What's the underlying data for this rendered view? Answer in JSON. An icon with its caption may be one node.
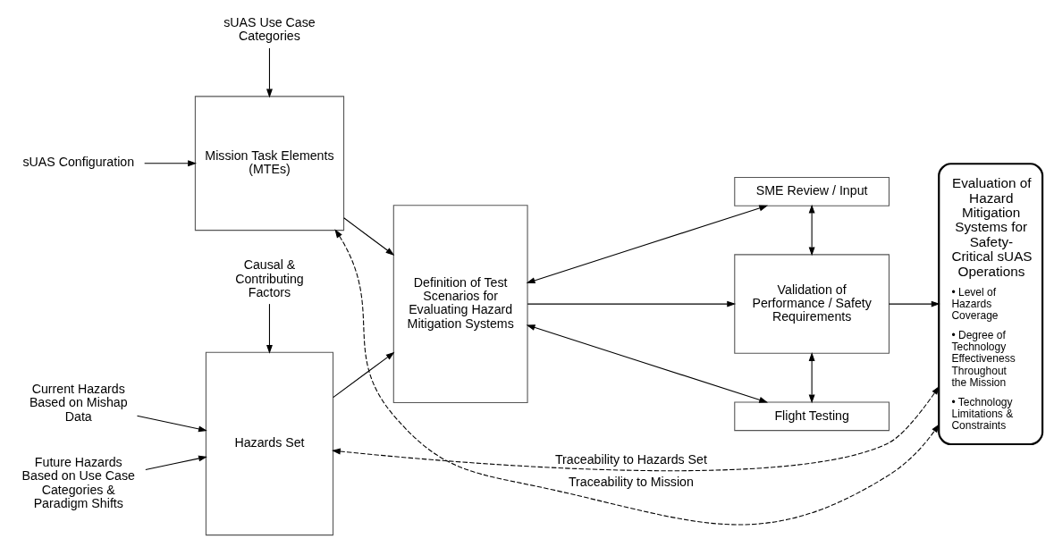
{
  "diagram": {
    "nodes": [
      {
        "text": [
          "sUAS Use Case Categories"
        ]
      },
      {
        "text": [
          "sUAS Configuration"
        ]
      },
      {
        "text": [
          "Mission Task Elements (MTEs)"
        ]
      },
      {
        "text": [
          "Current Hazards Based on Mishap Data"
        ]
      },
      {
        "text": [
          "Future Hazards Based on Use Case Categories & Paradigm Shifts"
        ]
      },
      {
        "text": [
          "Hazards Set"
        ]
      },
      {
        "text": [
          "Causal & Contributing Factors"
        ]
      },
      {
        "text": [
          "Definition of Test Scenarios for Evaluating Hazard Mitigation Systems"
        ]
      },
      {
        "text": [
          "SME Review / Input"
        ]
      },
      {
        "text": [
          "Validation of Performance / Safety Requirements"
        ]
      },
      {
        "text": [
          "Flight Testing"
        ]
      },
      {
        "text": [
          "Evaluation of Hazard Mitigation Systems for Safety-Critical sUAS Operations",
          "• Level of Hazards Coverage",
          "• Degree of Technology Effectiveness Throughout the Mission",
          "• Technology Limitations & Constraints"
        ]
      }
    ],
    "edges": [
      {
        "from": 0,
        "to": 2,
        "arrow": "to"
      },
      {
        "from": 1,
        "to": 2,
        "arrow": "to"
      },
      {
        "from": 3,
        "to": 5,
        "arrow": "to"
      },
      {
        "from": 4,
        "to": 5,
        "arrow": "to"
      },
      {
        "from": 6,
        "to": 5,
        "arrow": "to"
      },
      {
        "from": 2,
        "to": 7,
        "arrow": "to"
      },
      {
        "from": 5,
        "to": 7,
        "arrow": "to"
      },
      {
        "from": 7,
        "to": 8,
        "arrow": "both"
      },
      {
        "from": 7,
        "to": 9,
        "arrow": "to"
      },
      {
        "from": 7,
        "to": 10,
        "arrow": "both"
      },
      {
        "from": 8,
        "to": 9,
        "arrow": "both"
      },
      {
        "from": 9,
        "to": 10,
        "arrow": "both"
      },
      {
        "from": 9,
        "to": 11,
        "arrow": "to"
      },
      {
        "from": 2,
        "to": 11,
        "arrow": "both",
        "style": "dashed",
        "label": "Traceability to Mission"
      },
      {
        "from": 5,
        "to": 11,
        "arrow": "both",
        "style": "dashed",
        "label": "Traceability to Hazards Set"
      }
    ]
  }
}
